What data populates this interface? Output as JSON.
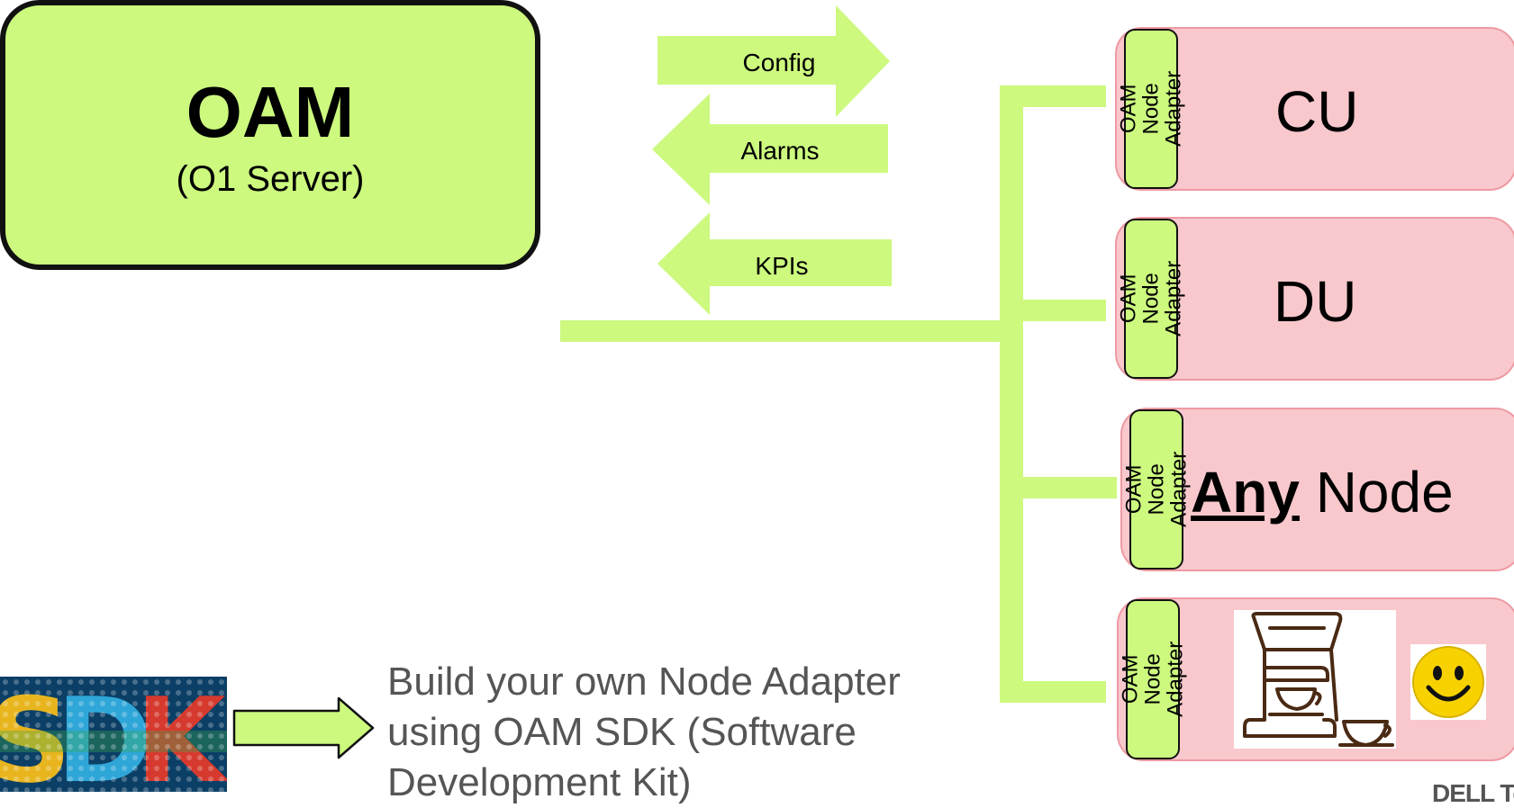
{
  "oam": {
    "title": "OAM",
    "subtitle": "(O1 Server)"
  },
  "arrows": {
    "config": "Config",
    "alarms": "Alarms",
    "kpis": "KPIs"
  },
  "nodes": {
    "adapter_label": "OAM Node Adapter",
    "cu": "CU",
    "du": "DU",
    "any_emphasis": "Any",
    "any_rest": " Node"
  },
  "sdk": {
    "logo_text": "SDK",
    "description": "Build your own Node Adapter using OAM SDK (Software Development Kit)"
  },
  "brand": {
    "text": "DELL Te"
  },
  "colors": {
    "green": "#ccf97e",
    "pink": "#f8c8cc",
    "pink_border": "#ee9aa3",
    "sdk_bg": "#0b3f66"
  },
  "icons": [
    "coffee-machine-icon",
    "smiley-icon"
  ]
}
